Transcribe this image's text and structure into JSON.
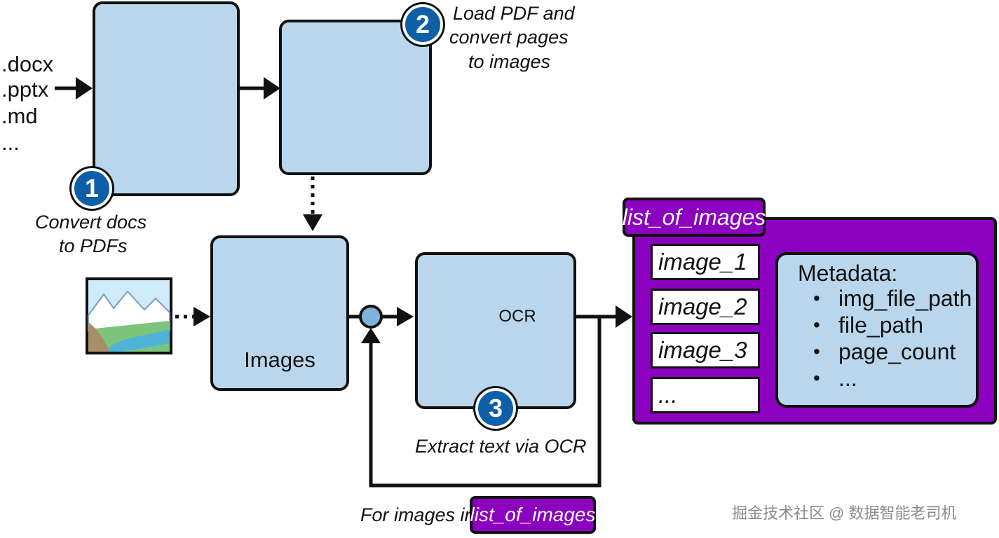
{
  "inputs": {
    "ext_docx": ".docx",
    "ext_pptx": ".pptx",
    "ext_md": ".md",
    "ext_more": "..."
  },
  "step1": {
    "number": "1",
    "caption_line1": "Convert docs",
    "caption_line2": "to PDFs"
  },
  "step2": {
    "number": "2",
    "caption_line1": "Load PDF and",
    "caption_line2": "convert pages",
    "caption_line3": "to images"
  },
  "images_box": {
    "label": "Images"
  },
  "step3": {
    "number": "3",
    "ocr_label": "OCR",
    "caption": "Extract text via OCR"
  },
  "list": {
    "title": "list_of_images",
    "items": [
      "image_1",
      "image_2",
      "image_3",
      "..."
    ]
  },
  "metadata": {
    "title": "Metadata:",
    "bullet": "•",
    "fields": [
      "img_file_path",
      "file_path",
      "page_count",
      "..."
    ]
  },
  "loop": {
    "prefix": "For images in",
    "tag": "list_of_images"
  },
  "watermark": "掘金技术社区 @ 数据智能老司机",
  "colors": {
    "box_fill": "#b9d6ec",
    "badge_blue": "#0d5fa8",
    "purple": "#8c00c0",
    "funnel_yellow": "#f5e98a",
    "doc_purple": "#d6a8ee",
    "folder_yellow": "#f7e896",
    "folder_navy": "#1d5a9c"
  },
  "icons": [
    "funnel-icon",
    "gear-icon",
    "document-icon",
    "magnifier-icon",
    "folder-icon",
    "landscape-image-icon",
    "ocr-magnifier-icon",
    "node-circle-icon"
  ]
}
